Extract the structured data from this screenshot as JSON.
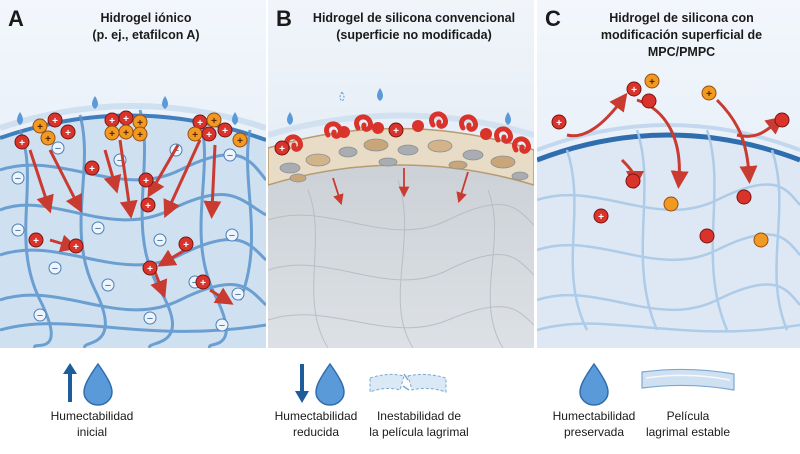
{
  "panels": [
    {
      "letter": "A",
      "title_line1": "Hidrogel iónico",
      "title_line2": "(p. ej., etafilcon A)"
    },
    {
      "letter": "B",
      "title_line1": "Hidrogel de silicona convencional",
      "title_line2": "(superficie no modificada)"
    },
    {
      "letter": "C",
      "title_line1": "Hidrogel de silicona con",
      "title_line2": "modificación superficial de MPC/PMPC"
    }
  ],
  "legend": {
    "a_label_1": "Humectabilidad",
    "a_label_2": "inicial",
    "b1_label_1": "Humectabilidad",
    "b1_label_2": "reducida",
    "b2_label_1": "Inestabilidad de",
    "b2_label_2": "la película lagrimal",
    "c1_label_1": "Humectabilidad",
    "c1_label_2": "preservada",
    "c2_label_1": "Película",
    "c2_label_2": "lagrimal estable"
  },
  "symbols": {
    "positive": "+",
    "negative": "−"
  },
  "colors": {
    "bg_top": "#dfeaf6",
    "network": "#5a94cc",
    "network_light": "#a9c8e6",
    "surface": "#3f7fbe",
    "positive_ion": "#d9332b",
    "orange_ion": "#f09a22",
    "arrow": "#c93a30",
    "drop": "#4f93d6",
    "grey_bulk": "#cfd3d8"
  }
}
